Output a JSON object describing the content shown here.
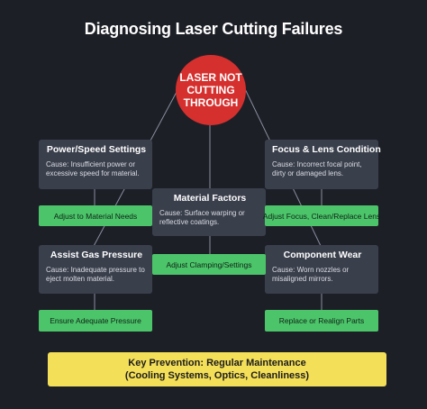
{
  "title": "Diagnosing Laser Cutting Failures",
  "root": "LASER NOT\nCUTTING\nTHROUGH",
  "colors": {
    "background": "#1d1f27",
    "root": "#d5302e",
    "box": "#3a3f4c",
    "solution": "#4cc46a",
    "prevention": "#f4df58",
    "connector": "#8a8f9c"
  },
  "causes": {
    "power": {
      "title": "Power/Speed Settings",
      "text": "Cause: Insufficient power or excessive speed for material."
    },
    "focus": {
      "title": "Focus & Lens Condition",
      "text": "Cause: Incorrect focal point, dirty or damaged lens."
    },
    "material": {
      "title": "Material Factors",
      "text": "Cause: Surface warping or reflective coatings."
    },
    "gas": {
      "title": "Assist Gas Pressure",
      "text": "Cause: Inadequate pressure to eject molten material."
    },
    "wear": {
      "title": "Component Wear",
      "text": "Cause: Worn nozzles or misaligned mirrors."
    }
  },
  "solutions": {
    "power": "Adjust to Material Needs",
    "focus": "Adjust Focus, Clean/Replace Lens",
    "material": "Adjust Clamping/Settings",
    "gas": "Ensure Adequate Pressure",
    "wear": "Replace or Realign Parts"
  },
  "prevention": {
    "line1": "Key Prevention: Regular Maintenance",
    "line2": "(Cooling Systems, Optics, Cleanliness)"
  }
}
